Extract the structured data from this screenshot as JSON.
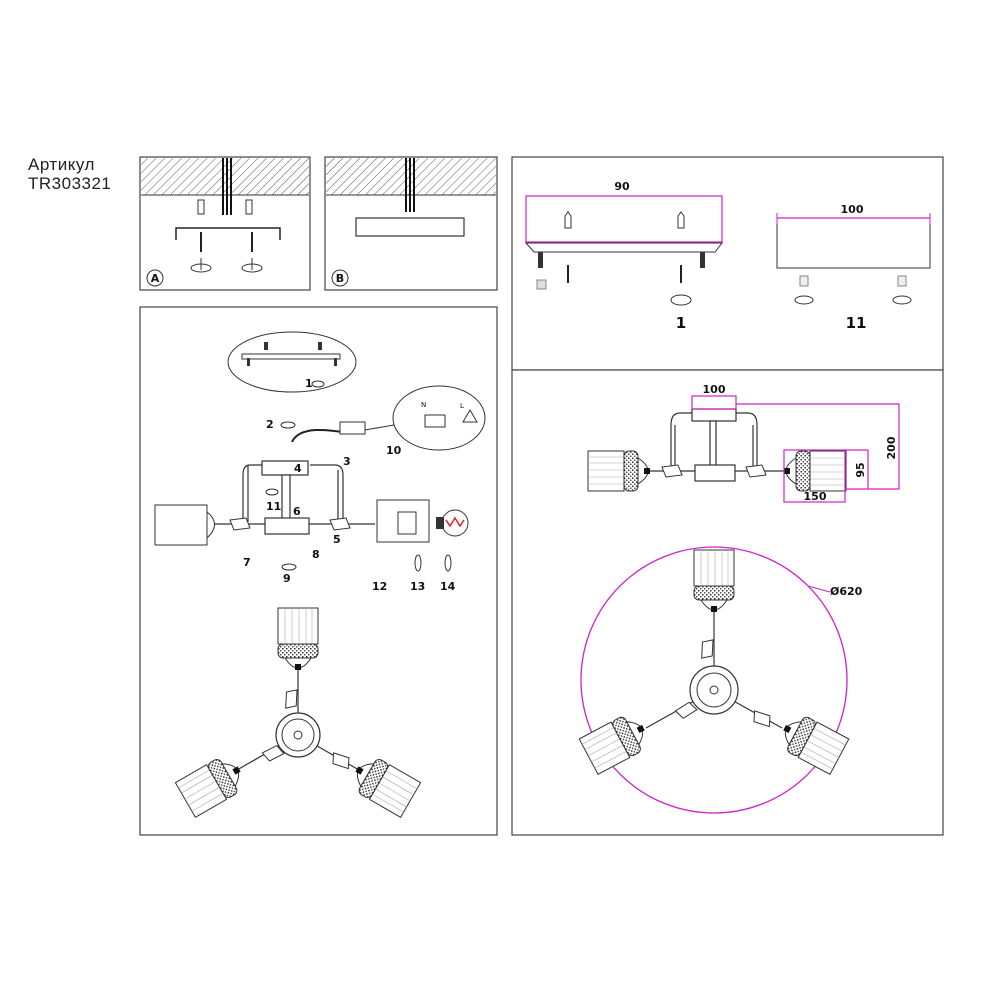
{
  "header": {
    "article_label": "Артикул",
    "article_code": "TR303321"
  },
  "panel_a": {
    "label": "A"
  },
  "panel_b": {
    "label": "B"
  },
  "mount_panel": {
    "width_dim": "90",
    "step": "1"
  },
  "mount_panel_alt": {
    "width_dim": "100",
    "step": "11"
  },
  "assembly": {
    "steps": [
      "1",
      "2",
      "3",
      "4",
      "5",
      "6",
      "7",
      "8",
      "9",
      "10",
      "11",
      "12",
      "13",
      "14"
    ],
    "wire_labels": {
      "neutral": "N",
      "live": "L"
    }
  },
  "dimensions": {
    "top_width": "100",
    "height": "200",
    "shade_height": "95",
    "shade_length": "150",
    "diameter": "Ø620"
  },
  "colors": {
    "line": "#333333",
    "dimension": "#d020c8",
    "bulb_filament": "#e02020"
  }
}
